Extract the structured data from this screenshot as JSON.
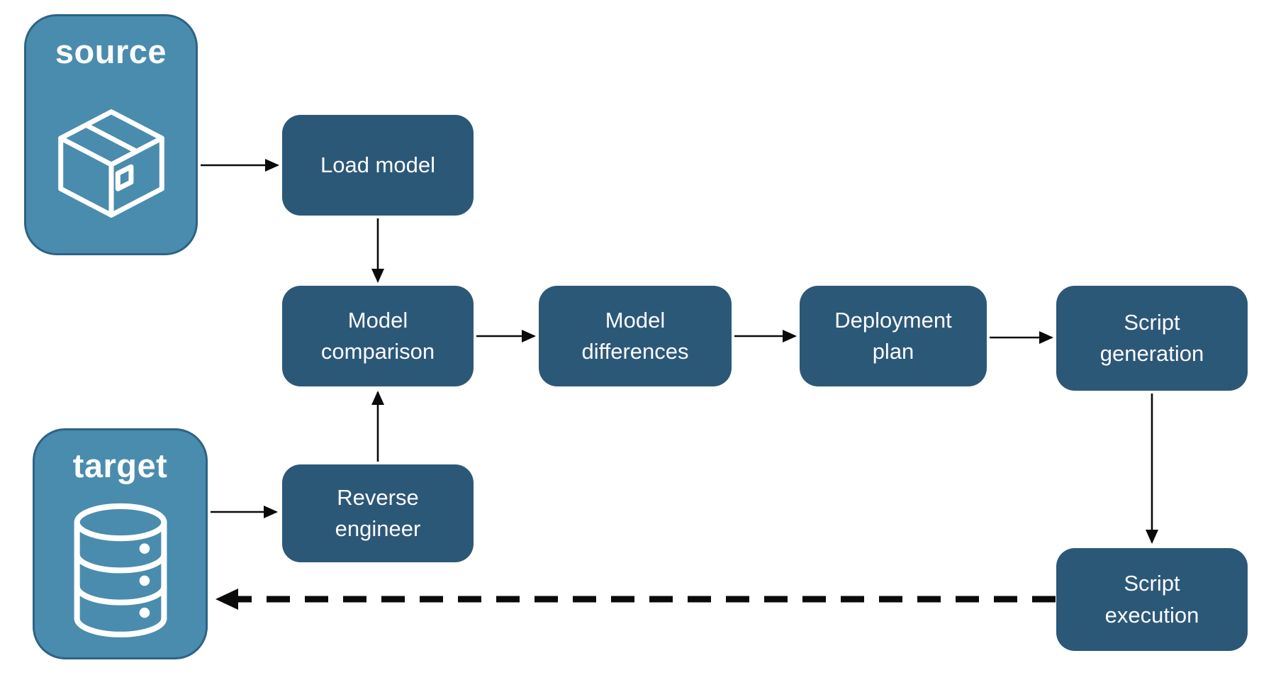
{
  "colors": {
    "canvas-bg": "#ffffff",
    "entity-fill": "#4A8CAD",
    "entity-border": "#2C6384",
    "step-fill": "#2C5878",
    "label-text": "#FBFCFD",
    "arrow": "#0a0a0a"
  },
  "entities": {
    "source": {
      "label": "source",
      "icon": "package-icon"
    },
    "target": {
      "label": "target",
      "icon": "database-icon"
    }
  },
  "steps": {
    "load_model": {
      "label": "Load model"
    },
    "model_comparison": {
      "label": "Model comparison"
    },
    "model_differences": {
      "label": "Model differences"
    },
    "deployment_plan": {
      "label": "Deployment plan"
    },
    "script_generation": {
      "label": "Script generation"
    },
    "reverse_engineer": {
      "label": "Reverse engineer"
    },
    "script_execution": {
      "label": "Script execution"
    }
  }
}
